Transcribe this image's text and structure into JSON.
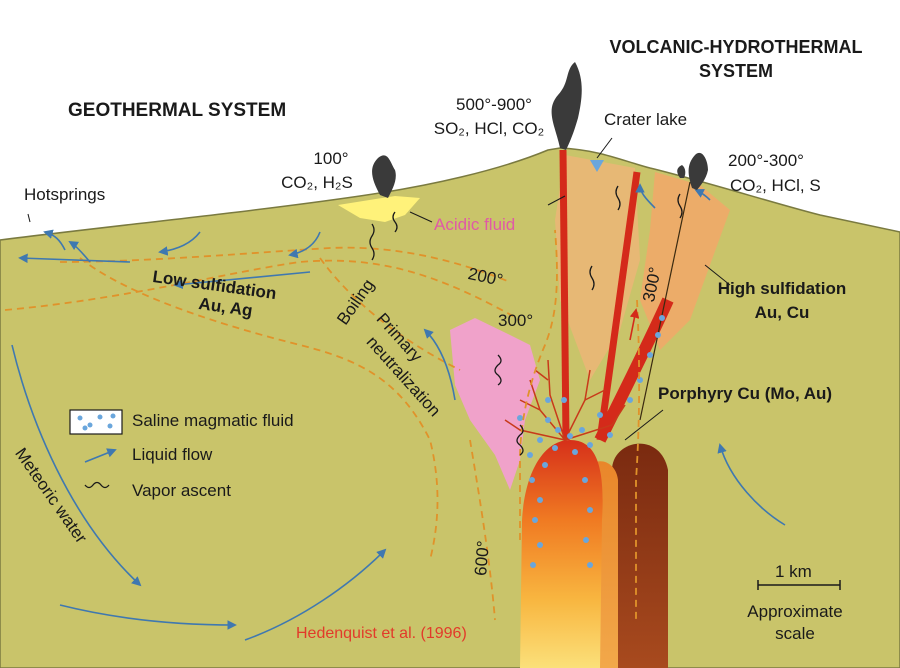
{
  "labels": {
    "geothermal_system": "GEOTHERMAL SYSTEM",
    "volcanic_line1": "VOLCANIC-HYDROTHERMAL",
    "volcanic_line2": "SYSTEM",
    "temp_500_900": "500°-900°",
    "gases_center": "SO₂, HCl, CO₂",
    "crater_lake": "Crater lake",
    "temp_100": "100°",
    "gases_left": "CO₂, H₂S",
    "temp_200_300": "200°-300°",
    "gases_right": "CO₂, HCl, S",
    "hotsprings": "Hotsprings",
    "acidic_fluid": "Acidic fluid",
    "low_sulf_line1": "Low sulfidation",
    "low_sulf_line2": "Au, Ag",
    "boiling": "Boiling",
    "iso_200": "200°",
    "iso_300": "300°",
    "iso_300_right": "300°",
    "iso_600": "600°",
    "primary_line1": "Primary",
    "primary_line2": "neutralization",
    "high_sulf_line1": "High sulfidation",
    "high_sulf_line2": "Au, Cu",
    "porphyry": "Porphyry Cu (Mo, Au)",
    "meteoric_water": "Meteoric water",
    "scale_value": "1 km",
    "scale_line1": "Approximate",
    "scale_line2": "scale",
    "citation": "Hedenquist et al. (1996)"
  },
  "legend": {
    "saline": "Saline magmatic fluid",
    "liquid_flow": "Liquid flow",
    "vapor_ascent": "Vapor ascent"
  },
  "colors": {
    "ground": "#c9c46a",
    "isotherm": "#e0922a",
    "conduit": "#d42a1a",
    "flow_arrow": "#3f78b0",
    "acid_zone": "#f2a0d0",
    "saline_dot": "#6aa6dc",
    "citation": "#e23a2a",
    "acidic_label": "#e05aa6"
  }
}
